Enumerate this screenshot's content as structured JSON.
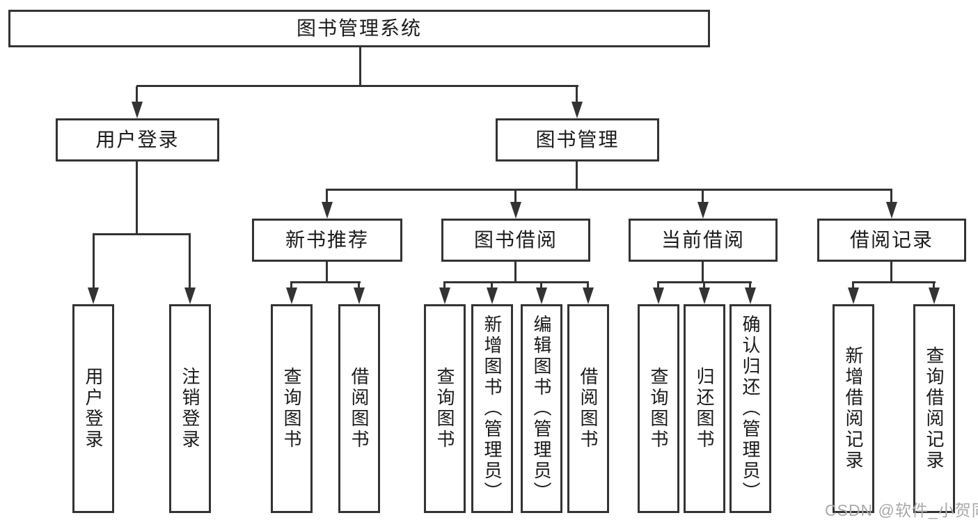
{
  "diagram": {
    "title": "图书管理系统",
    "level2": [
      {
        "label": "用户登录"
      },
      {
        "label": "图书管理"
      }
    ],
    "level3": [
      {
        "label": "新书推荐"
      },
      {
        "label": "图书借阅"
      },
      {
        "label": "当前借阅"
      },
      {
        "label": "借阅记录"
      }
    ],
    "leaves": [
      {
        "label": "用户登录"
      },
      {
        "label": "注销登录"
      },
      {
        "label": "查询图书"
      },
      {
        "label": "借阅图书"
      },
      {
        "label": "查询图书"
      },
      {
        "label": "新增图书（管理员）"
      },
      {
        "label": "编辑图书（管理员）"
      },
      {
        "label": "借阅图书"
      },
      {
        "label": "查询图书"
      },
      {
        "label": "归还图书"
      },
      {
        "label": "确认归还（管理员）"
      },
      {
        "label": "新增借阅记录"
      },
      {
        "label": "查询借阅记录"
      }
    ],
    "watermark": "CSDN @软件_小贺同学",
    "colors": {
      "line": "#333333",
      "text": "#1a1a1a",
      "watermark": "#a9a9a9",
      "background": "#ffffff"
    }
  }
}
